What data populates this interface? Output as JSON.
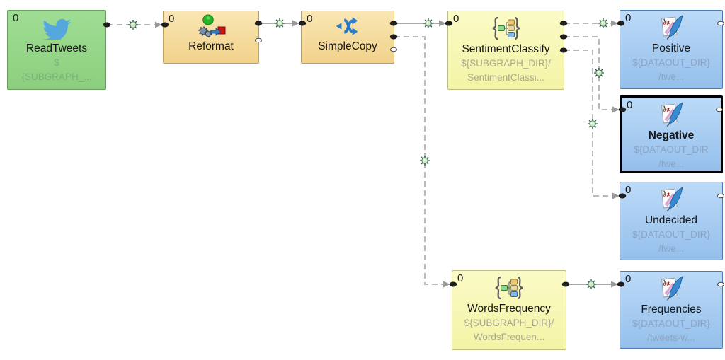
{
  "app": {
    "view": "graph-canvas"
  },
  "colors": {
    "canvas_bg": "#ffffff",
    "reader_fill_top": "#9fdd94",
    "reader_fill_bottom": "#8ccf7e",
    "reader_border": "#6f9c63",
    "transform_fill_top": "#f9e6b3",
    "transform_fill_bottom": "#f1d28b",
    "transform_border": "#bba05f",
    "subgraph_fill_top": "#fafac6",
    "subgraph_fill_bottom": "#f4f4a6",
    "subgraph_border": "#bdbd85",
    "writer_fill_top": "#bcdaf8",
    "writer_fill_bottom": "#94bfeb",
    "writer_border": "#4d7bae",
    "selected_border": "#000000",
    "edge_solid": "#8c8c8c",
    "edge_dashed": "#b9b9b9",
    "arrow_fill": "#9a9a9a",
    "port_fill": "#1f1f1f",
    "twitter_blue": "#55a8de",
    "quill_blue": "#3a8ad0",
    "path_text_green": "#79b279",
    "path_text_gray": "#a9a98f",
    "path_text_blue": "#8aa4c4"
  },
  "icons": {
    "reader": "twitter-bird-icon",
    "transform": "reformat-gears-icon",
    "copy": "copy-arrows-icon",
    "subgraph": "braces-subgraph-icon",
    "writer": "file-quill-icon",
    "edge_debug": "debug-bug-icon"
  },
  "nodes": [
    {
      "id": "readtweets",
      "port_label": "0",
      "label": "ReadTweets",
      "path_line1": "$",
      "path_line2": "{SUBGRAPH_...",
      "type": "reader",
      "selected": false
    },
    {
      "id": "reformat",
      "port_label": "0",
      "label": "Reformat",
      "type": "transformer",
      "selected": false
    },
    {
      "id": "simplecopy",
      "port_label": "0",
      "label": "SimpleCopy",
      "type": "transformer",
      "selected": false
    },
    {
      "id": "sentimentclassify",
      "port_label": "0",
      "label": "SentimentClassify",
      "path_line1": "${SUBGRAPH_DIR}/",
      "path_line2": "SentimentClassi...",
      "type": "subgraph",
      "selected": false
    },
    {
      "id": "positive",
      "port_label": "0",
      "label": "Positive",
      "path_line1": "${DATAOUT_DIR}",
      "path_line2": "/twe...",
      "type": "writer",
      "selected": false
    },
    {
      "id": "negative",
      "port_label": "0",
      "label": "Negative",
      "path_line1": "${DATAOUT_DIR",
      "path_line2": "/twe...",
      "type": "writer",
      "selected": true
    },
    {
      "id": "undecided",
      "port_label": "0",
      "label": "Undecided",
      "path_line1": "${DATAOUT_DIR}",
      "path_line2": "/twe...",
      "type": "writer",
      "selected": false
    },
    {
      "id": "wordsfrequency",
      "port_label": "0",
      "label": "WordsFrequency",
      "path_line1": "${SUBGRAPH_DIR}/",
      "path_line2": "WordsFrequen...",
      "type": "subgraph",
      "selected": false
    },
    {
      "id": "frequencies",
      "port_label": "0",
      "label": "Frequencies",
      "path_line1": "${DATAOUT_DIR}",
      "path_line2": "/tweets-w...",
      "type": "writer",
      "selected": false
    }
  ],
  "edges": [
    {
      "from": "ReadTweets:0",
      "to": "Reformat:0",
      "style": "dashed",
      "debug_icon": true
    },
    {
      "from": "Reformat:0",
      "to": "SimpleCopy:0",
      "style": "solid",
      "debug_icon": true
    },
    {
      "from": "SimpleCopy:0",
      "to": "SentimentClassify:0",
      "style": "solid",
      "debug_icon": true
    },
    {
      "from": "SimpleCopy:1",
      "to": "WordsFrequency:0",
      "style": "dashed",
      "debug_icon": true
    },
    {
      "from": "SentimentClassify:0",
      "to": "Positive:0",
      "style": "dashed",
      "debug_icon": true
    },
    {
      "from": "SentimentClassify:1",
      "to": "Negative:0",
      "style": "dashed",
      "debug_icon": true
    },
    {
      "from": "SentimentClassify:2",
      "to": "Undecided:0",
      "style": "dashed",
      "debug_icon": true
    },
    {
      "from": "WordsFrequency:0",
      "to": "Frequencies:0",
      "style": "solid",
      "debug_icon": true
    }
  ]
}
